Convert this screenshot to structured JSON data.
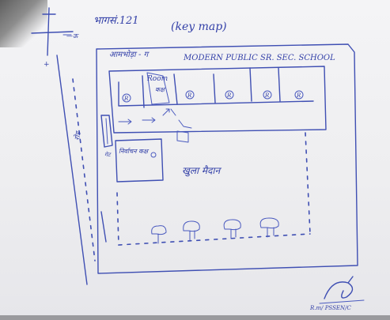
{
  "diagram": {
    "title": "भागसं.121",
    "title_paren": "(key map)",
    "road_label": "आमभोड़ा - ग",
    "school_name": "MODERN PUBLIC SR. SEC. SCHOOL",
    "room_left": "Room",
    "room_left_sub": "कक्ष",
    "office_label": "निर्वाचन कक्ष",
    "ground_label": "खुला मैदान",
    "gate_label": "गेट",
    "signature_text": "R.m/ PSSEN/C",
    "room_markers": [
      "R",
      "R",
      "R",
      "R",
      "R"
    ]
  },
  "icons": {
    "tree": "tree-icon",
    "signature": "signature-icon"
  },
  "colors": {
    "ink": "#3f4fb3",
    "paper": "#f1f1f3"
  }
}
